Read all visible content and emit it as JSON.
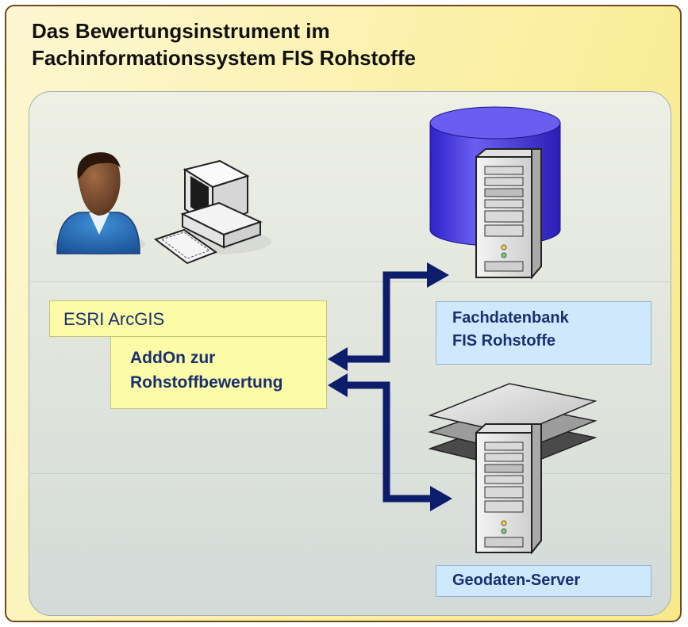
{
  "title": {
    "line1": "Das Bewertungsinstrument im",
    "line2": "Fachinformationssystem FIS Rohstoffe"
  },
  "client": {
    "arcgis_label": "ESRI ArcGIS",
    "addon_line1": "AddOn zur",
    "addon_line2": "Rohstoffbewertung"
  },
  "database": {
    "line1": "Fachdatenbank",
    "line2": "FIS Rohstoffe"
  },
  "geoserver": {
    "label": "Geodaten-Server"
  },
  "colors": {
    "frame_border": "#6e4a1c",
    "arrow": "#0d1c6b",
    "yellow_box": "#fbfba8",
    "blue_box": "#cfe8fb",
    "cylinder": "#4b3fe0"
  }
}
